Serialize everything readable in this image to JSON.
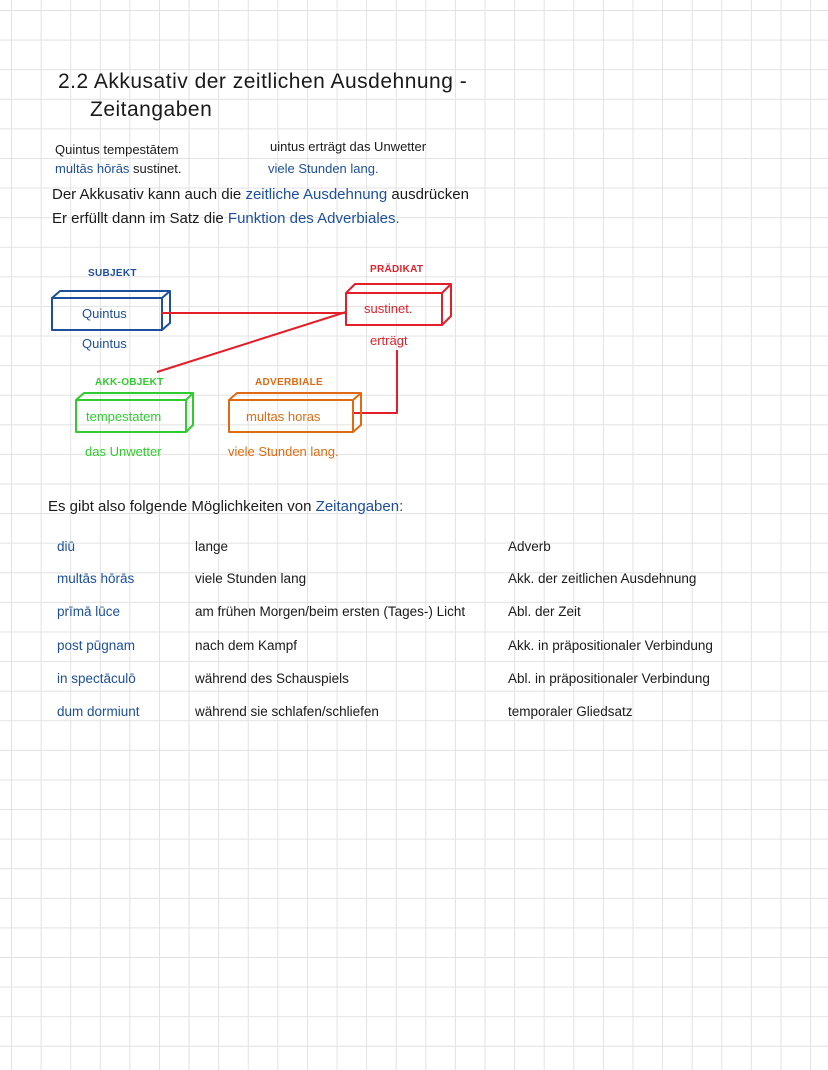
{
  "title": {
    "line1": "2.2 Akkusativ der zeitlichen Ausdehnung -",
    "line2": "Zeitangaben"
  },
  "example": {
    "latin_line1": "Quintus tempestātem",
    "latin_line2_blue": "multās hōrās",
    "latin_line2_rest": "sustinet.",
    "german_line1": "uintus erträgt das Unwetter",
    "german_line2_blue": "viele Stunden lang."
  },
  "explanation": {
    "line1_a": "Der Akkusativ kann auch die",
    "line1_blue": "zeitliche Ausdehnung",
    "line1_b": "ausdrücken",
    "line2_a": "Er erfüllt dann im Satz die",
    "line2_blue": "Funktion des Adverbiales."
  },
  "diagram": {
    "subject": {
      "label": "SUBJEKT",
      "latin": "Quintus",
      "german": "Quintus",
      "color": "#1d4f9e"
    },
    "predicate": {
      "label": "PRÄDIKAT",
      "latin": "sustinet.",
      "german": "erträgt",
      "color": "#e3202a"
    },
    "object": {
      "label": "AKK-OBJEKT",
      "latin": "tempestatem",
      "german": "das Unwetter",
      "color": "#2ecc2e"
    },
    "adverbial": {
      "label": "ADVERBIALE",
      "latin": "multas horas",
      "german": "viele Stunden lang.",
      "color": "#e06a12"
    }
  },
  "summary": {
    "intro": "Es gibt also folgende Möglichkeiten von",
    "intro_blue": "Zeitangaben:"
  },
  "table": [
    {
      "latin": "diū",
      "german": "lange",
      "type": "Adverb"
    },
    {
      "latin": "multās hōrās",
      "german": "viele Stunden lang",
      "type": "Akk. der zeitlichen Ausdehnung"
    },
    {
      "latin": "prīmā lūce",
      "german": "am frühen Morgen/beim ersten (Tages-) Licht",
      "type": "Abl. der Zeit"
    },
    {
      "latin": "post pūgnam",
      "german": "nach dem Kampf",
      "type": "Akk. in präpositionaler Verbindung"
    },
    {
      "latin": "in spectāculō",
      "german": "während des Schauspiels",
      "type": "Abl. in präpositionaler Verbindung"
    },
    {
      "latin": "dum dormiunt",
      "german": "während sie schlafen/schliefen",
      "type": "temporaler Gliedsatz"
    }
  ]
}
